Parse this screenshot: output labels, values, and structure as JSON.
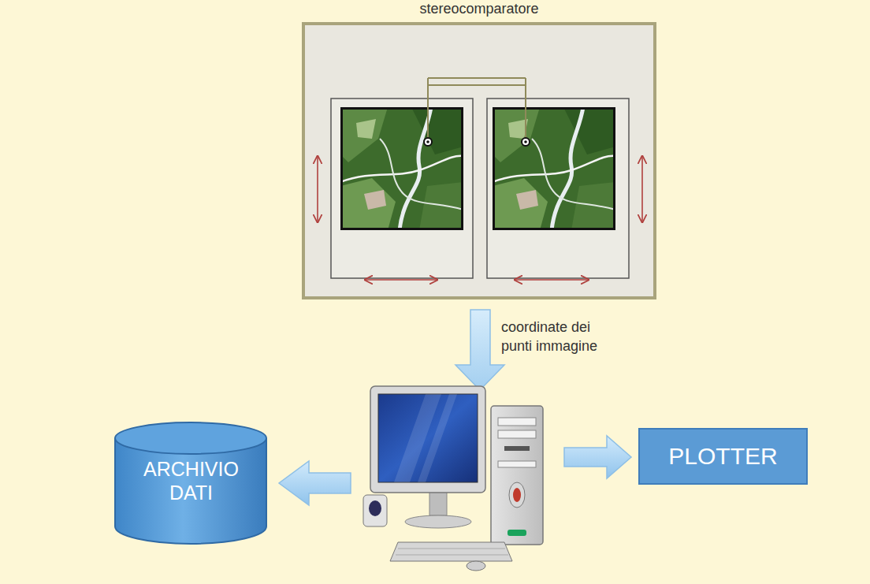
{
  "diagram": {
    "nodes": [
      {
        "text": [
          "stereocomparatore"
        ]
      },
      {
        "text": [
          "ARCHIVIO DATI"
        ]
      },
      {
        "text": [
          "PLOTTER"
        ]
      }
    ],
    "labels": [
      "coordinate dei punti immagine"
    ]
  }
}
